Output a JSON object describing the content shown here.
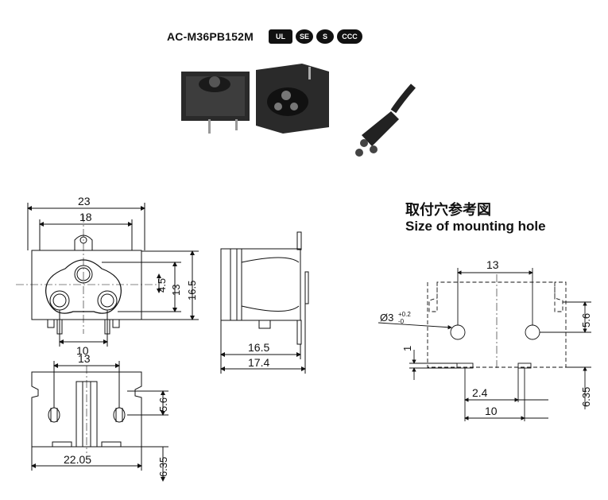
{
  "header": {
    "model": "AC-M36PB152M",
    "certifications": [
      "UL",
      "SE",
      "S",
      "CCC"
    ]
  },
  "mounting_hole": {
    "title_cn": "取付穴参考図",
    "title_en": "Size of mounting hole",
    "dims": {
      "width_13": "13",
      "height_5_6": "5.6",
      "hole_dia": "Ø3",
      "hole_tol_plus": "+0.2",
      "hole_tol_minus": "-0",
      "dim_1": "1",
      "dim_2_4": "2.4",
      "dim_10": "10",
      "dim_6_35": "6.35"
    }
  },
  "front_view": {
    "dims": {
      "w23": "23",
      "w18": "18",
      "w10": "10",
      "h4_5": "4.5",
      "h13": "13",
      "h16_5": "16.5"
    }
  },
  "side_view": {
    "dims": {
      "d16_5": "16.5",
      "d17_4": "17.4"
    }
  },
  "bottom_view": {
    "dims": {
      "w13": "13",
      "h5_6": "5.6",
      "w22_05": "22.05",
      "h6_35": "6.35"
    }
  }
}
